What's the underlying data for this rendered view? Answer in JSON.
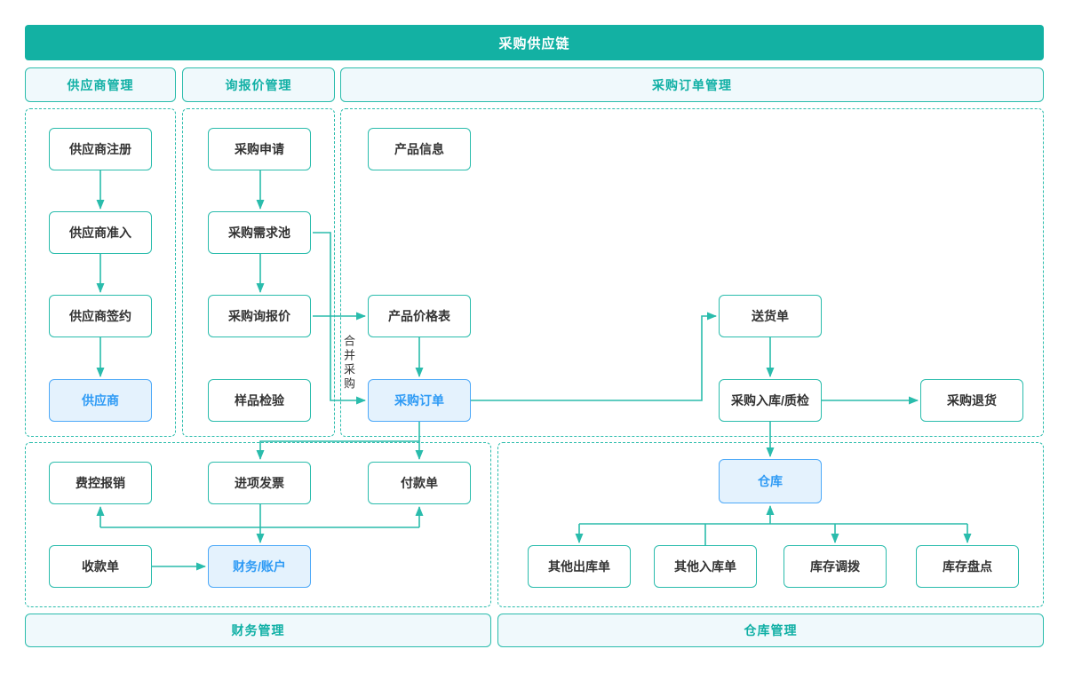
{
  "banner": {
    "title": "采购供应链"
  },
  "sections": {
    "supplier": {
      "label": "供应商管理"
    },
    "inquiry": {
      "label": "询报价管理"
    },
    "purchase_order": {
      "label": "采购订单管理"
    },
    "finance": {
      "label": "财务管理"
    },
    "warehouse": {
      "label": "仓库管理"
    }
  },
  "nodes": {
    "supplier_register": "供应商注册",
    "supplier_access": "供应商准入",
    "supplier_sign": "供应商签约",
    "supplier": "供应商",
    "purchase_request": "采购申请",
    "demand_pool": "采购需求池",
    "purchase_inquiry": "采购询报价",
    "sample_inspection": "样品检验",
    "product_info": "产品信息",
    "price_list": "产品价格表",
    "purchase_order": "采购订单",
    "delivery_note": "送货单",
    "inbound_qc": "采购入库/质检",
    "purchase_return": "采购退货",
    "expense_reimburse": "费控报销",
    "input_invoice": "进项发票",
    "payment_note": "付款单",
    "receipt_note": "收款单",
    "finance_account": "财务/账户",
    "warehouse": "仓库",
    "other_outbound": "其他出库单",
    "other_inbound": "其他入库单",
    "stock_transfer": "库存调拨",
    "stock_count": "库存盘点"
  },
  "edge_labels": {
    "merge_purchase": "合并采购"
  },
  "colors": {
    "teal": "#13b1a3",
    "teal_line": "#2abcac",
    "header_bg": "#f0f9fc",
    "header_text": "#11b0a5",
    "blue_border": "#4da9f8",
    "blue_bg": "#e4f2fd",
    "blue_text": "#2f9bf5",
    "text": "#333333"
  }
}
